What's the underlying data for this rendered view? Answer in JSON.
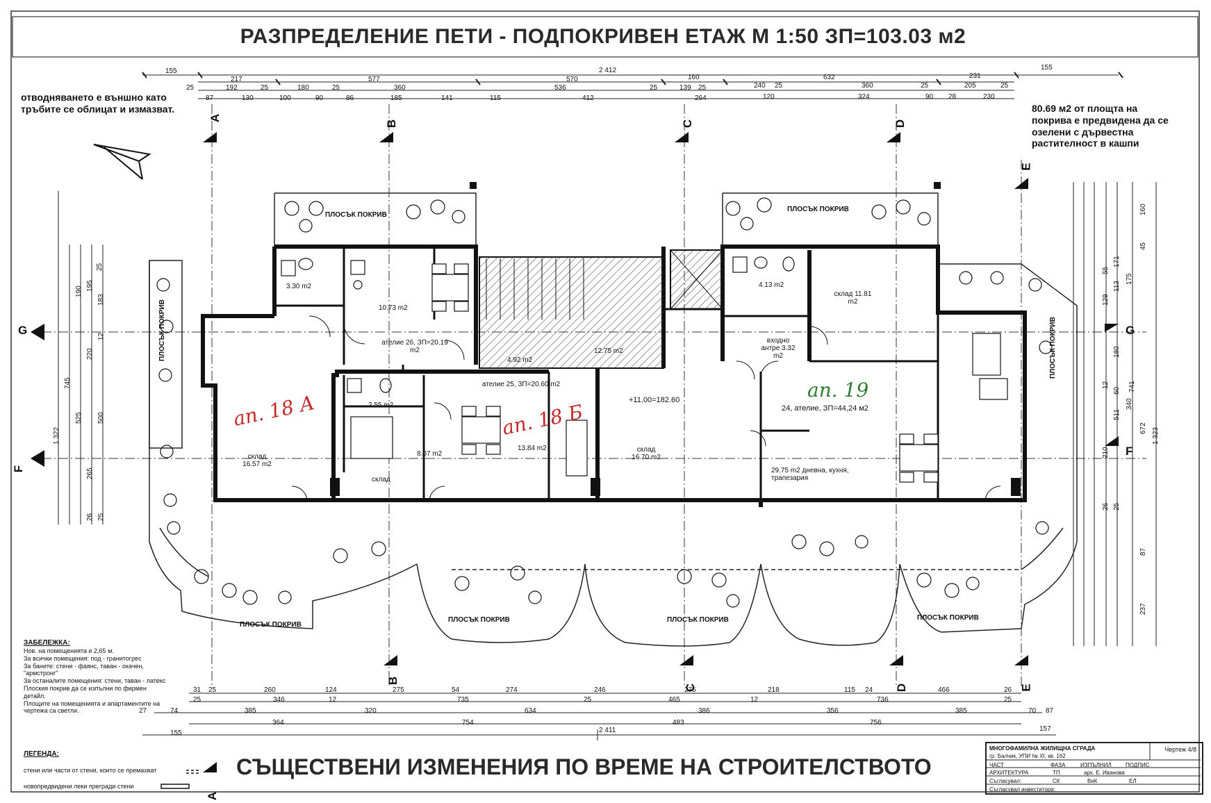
{
  "title": "РАЗПРЕДЕЛЕНИЕ ПЕТИ - ПОДПОКРИВЕН ЕТАЖ М 1:50 ЗП=103.03 м2",
  "bottom_title": "СЪЩЕСТВЕНИ ИЗМЕНЕНИЯ ПО ВРЕМЕ НА СТРОИТЕЛСТВОТО",
  "note_left": "отводняването е външно като тръбите се облицат и измазват.",
  "note_right": "80.69 м2 от площта на покрива е предвидена да се озелени с дървестна растителност в кашпи",
  "remarks": {
    "heading": "ЗАБЕЛЕЖКА:",
    "lines": [
      "Нов. на помещенията е 2,65 м.",
      "За всички помещения: под - гранитогрес",
      "За баните: стени - фаянс, таван - окачен, \"армстронг\"",
      "За останалите помещения: стени, таван - латекс",
      "Плоския покрив да се изпълни по фирмен детайл.",
      "Площите на помещенията и апартаментите на чертежа са светли."
    ]
  },
  "legend": {
    "heading": "ЛЕГЕНДА:",
    "items": [
      "стени или части от стени, които се премахват",
      "новопредвидени леки прегради стени"
    ]
  },
  "apartments": [
    {
      "label": "ап. 18 А"
    },
    {
      "label": "ап. 18 Б"
    },
    {
      "label": "ап. 19"
    }
  ],
  "rooms": [
    {
      "label": "3.30 m2"
    },
    {
      "label": "10.73 m2"
    },
    {
      "label": "ателие 26, ЗП=20.19 m2"
    },
    {
      "label": "2.55 m2"
    },
    {
      "label": "8.07 m2"
    },
    {
      "label": "ателие 25, ЗП=20.60 m2"
    },
    {
      "label": "13.84 m2"
    },
    {
      "label": "склад 16.57 m2"
    },
    {
      "label": "склад"
    },
    {
      "label": "4.92 m2"
    },
    {
      "label": "12.75 m2"
    },
    {
      "label": "4.13 m2"
    },
    {
      "label": "склад 11.81 m2"
    },
    {
      "label": "входно антре 3.32 m2"
    },
    {
      "label": "24, ателие, ЗП=44,24 м2"
    },
    {
      "label": "+11.00=182.60"
    },
    {
      "label": "склад 16.70 m2"
    },
    {
      "label": "29.75 m2 дневна, кухня, трапезария"
    }
  ],
  "roof_labels": [
    "ПЛОСЪК ПОКРИВ",
    "ПЛОСЪК ПОКРИВ",
    "ПЛОСЪК ПОКРИВ",
    "ПЛОСЪК ПОКРИВ",
    "ПЛОСЪК ПОКРИВ",
    "ПЛОСЪК ПОКРИВ",
    "ПЛОСЪК ПОКРИВ"
  ],
  "axes": {
    "top": [
      "A",
      "B",
      "C",
      "D",
      "E"
    ],
    "bottom": [
      "A",
      "B",
      "C",
      "D",
      "E"
    ],
    "left": [
      "G",
      "F"
    ],
    "right": [
      "G",
      "F"
    ]
  },
  "dimensions": {
    "top_total": "2 412",
    "top_row1": [
      "155",
      "155"
    ],
    "top_row2": [
      "217",
      "577",
      "570",
      "160",
      "632",
      "231"
    ],
    "top_row3": [
      "25",
      "192",
      "25",
      "180",
      "25",
      "360",
      "536",
      "25",
      "139",
      "25",
      "240",
      "25",
      "360",
      "25",
      "205",
      "25"
    ],
    "top_row4": [
      "87",
      "130",
      "100",
      "90",
      "86",
      "185",
      "141",
      "115",
      "412",
      "264",
      "120",
      "324",
      "90",
      "28",
      "230"
    ],
    "bottom_total": "2 411",
    "bottom_row1": [
      "31",
      "25",
      "260",
      "124",
      "275",
      "54",
      "274",
      "246",
      "275",
      "218",
      "115",
      "24",
      "466",
      "26"
    ],
    "bottom_row2": [
      "25",
      "346",
      "12",
      "735",
      "25",
      "465",
      "12",
      "736",
      "25"
    ],
    "bottom_row3": [
      "27",
      "74",
      "385",
      "320",
      "634",
      "386",
      "356",
      "385",
      "70",
      "87"
    ],
    "bottom_row4": [
      "364",
      "754",
      "483",
      "756"
    ],
    "bottom_outer": [
      "155",
      "157"
    ],
    "left_total": "1 322",
    "left_outer": "745",
    "left_col": [
      "25",
      "190",
      "195",
      "183",
      "12",
      "220",
      "525",
      "500",
      "265",
      "26",
      "25"
    ],
    "right_total": "1 323",
    "right_outer": "741",
    "right_col": [
      "160",
      "45",
      "171",
      "113",
      "175",
      "55",
      "129",
      "180",
      "12",
      "60",
      "511",
      "340",
      "672",
      "210",
      "26",
      "25",
      "87",
      "237"
    ]
  },
  "stamp": {
    "project": "МНОГОФАМИЛНА ЖИЛИЩНА СГРАДА",
    "location": "гр. Балчик, УПИ № XI, кв. 162",
    "sheet": "Чертеж 4/8",
    "headers": [
      "ЧАСТ",
      "ФАЗА",
      "ИЗПЪЛНИЛ",
      "ПОДПИС"
    ],
    "row": [
      "АРХИТЕКТУРА",
      "ТП",
      "арх. Е. Иванова"
    ],
    "agreed1": [
      "Съгласувал:",
      "СК",
      "ВиК",
      "ЕЛ"
    ],
    "agreed2": "Съгласувал инвеститори:"
  }
}
